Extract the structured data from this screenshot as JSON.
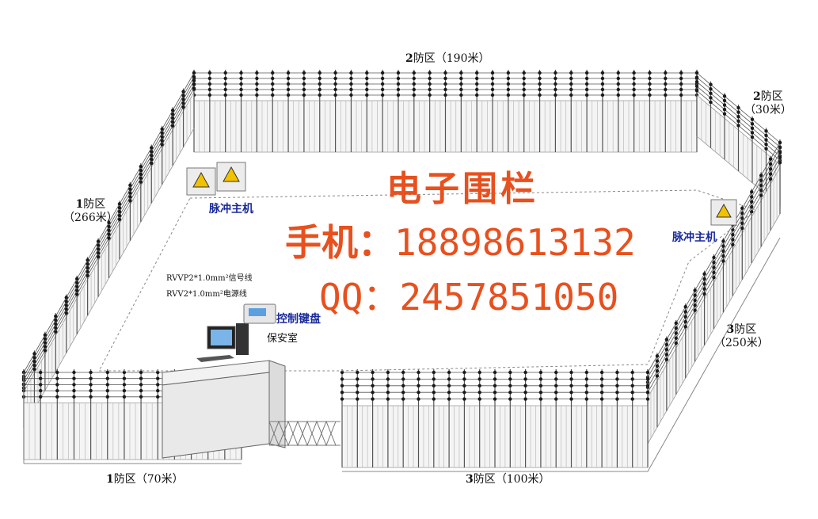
{
  "promo": {
    "title": "电子围栏",
    "phone_label": "手机：",
    "phone": "18898613132",
    "qq_label": "QQ：",
    "qq": "2457851050"
  },
  "zones": {
    "top": {
      "num": "2",
      "text": "防区",
      "len": "（190米）"
    },
    "right_top": {
      "num": "2",
      "text": "防区",
      "len": "（30米）"
    },
    "left": {
      "num": "1",
      "text": "防区",
      "len": "（266米）"
    },
    "right": {
      "num": "3",
      "text": "防区",
      "len": "（250米）"
    },
    "bottom_left": {
      "num": "1",
      "text": "防区",
      "len": "（70米）"
    },
    "bottom_right": {
      "num": "3",
      "text": "防区",
      "len": "（100米）"
    }
  },
  "devices": {
    "pulse_host_left": "脉冲主机",
    "pulse_host_right": "脉冲主机",
    "keyboard": "控制键盘",
    "guard_room": "保安室",
    "signal_cable": "RVVP2*1.0mm²信号线",
    "power_cable": "RVV2*1.0mm²电源线"
  },
  "colors": {
    "promo": "#e8501e",
    "device_label": "#1a2a9a",
    "fence": "#555555",
    "insulator": "#1a1a1a",
    "warning": "#f2c200"
  }
}
